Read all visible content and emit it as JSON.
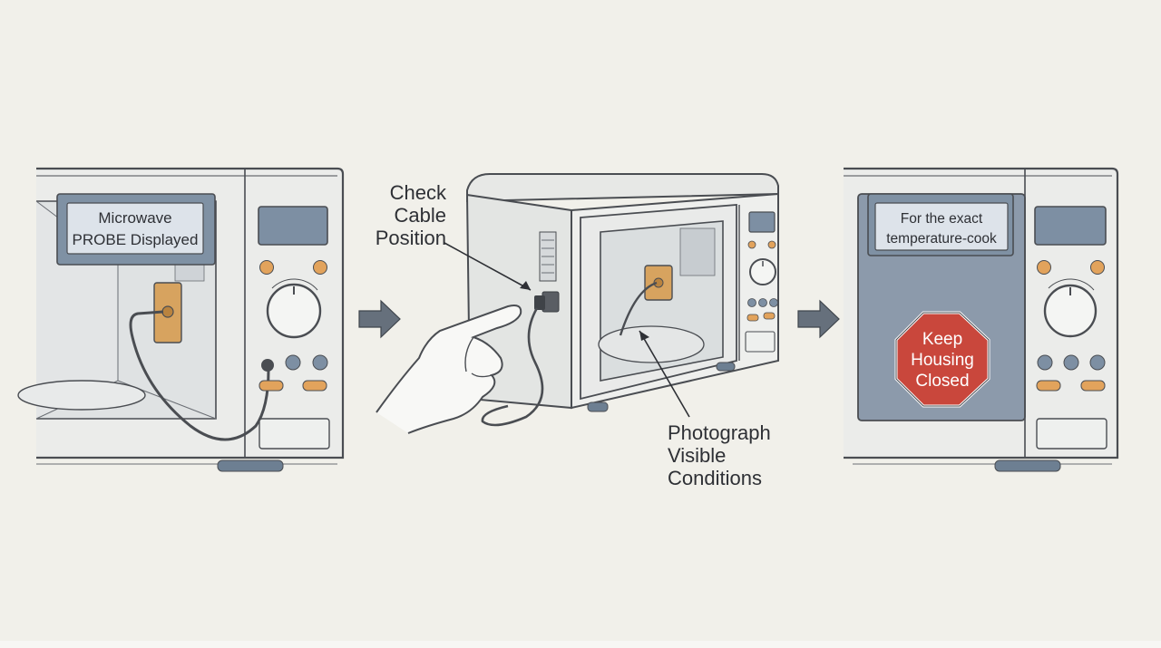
{
  "colors": {
    "background": "#f1f0ea",
    "appliance_body": "#ebecea",
    "appliance_outline": "#4a4d52",
    "label_fill": "#dde3ea",
    "label_panel": "#7f91a4",
    "door_panel": "#8c9aab",
    "display_screen": "#7d8fa3",
    "orange_button": "#e2a35c",
    "blue_button": "#7d8fa3",
    "probe_socket": "#d7a35f",
    "stop_sign": "#c9473c",
    "arrow": "#66707c",
    "cable": "#4a4d52"
  },
  "panel_1": {
    "label_line_1": "Microwave",
    "label_line_2": "PROBE Displayed",
    "icons": [
      "probe-socket-icon",
      "probe-cable-icon",
      "control-dial-icon"
    ]
  },
  "panel_2": {
    "callout_top_line_1": "Check",
    "callout_top_line_2": "Cable",
    "callout_top_line_3": "Position",
    "callout_bottom_line_1": "Photograph",
    "callout_bottom_line_2": "Visible",
    "callout_bottom_line_3": "Conditions",
    "icons": [
      "pointing-hand-icon",
      "power-plug-icon",
      "probe-socket-icon"
    ]
  },
  "panel_3": {
    "label_line_1": "For the exact",
    "label_line_2": "temperature-cook",
    "stop_line_1": "Keep",
    "stop_line_2": "Housing",
    "stop_line_3": "Closed",
    "icons": [
      "stop-sign-icon",
      "control-dial-icon"
    ]
  },
  "arrows": [
    "right-arrow-icon",
    "right-arrow-icon"
  ]
}
